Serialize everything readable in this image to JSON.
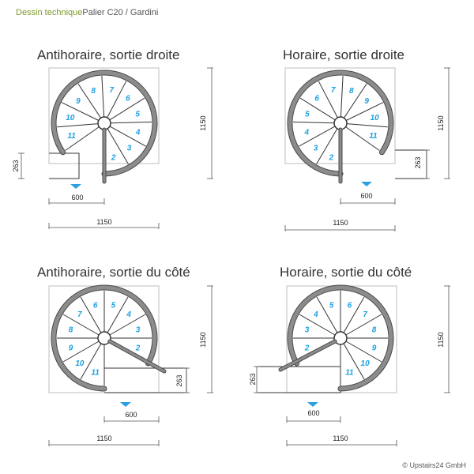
{
  "header": {
    "section": "Dessin technique",
    "product": "Palier C20 / Gardini"
  },
  "panels": [
    {
      "title": "Antihoraire, sortie droite",
      "steps": [
        "2",
        "3",
        "4",
        "5",
        "6",
        "7",
        "8",
        "9",
        "10",
        "11"
      ],
      "dims": {
        "width": "1150",
        "height": "1150",
        "landing": "600",
        "exit": "263"
      }
    },
    {
      "title": "Horaire, sortie droite",
      "steps": [
        "2",
        "3",
        "4",
        "5",
        "6",
        "7",
        "8",
        "9",
        "10",
        "11"
      ],
      "dims": {
        "width": "1150",
        "height": "1150",
        "landing": "600",
        "exit": "263"
      }
    },
    {
      "title": "Antihoraire, sortie du côté",
      "steps": [
        "2",
        "3",
        "4",
        "5",
        "6",
        "7",
        "8",
        "9",
        "10",
        "11"
      ],
      "dims": {
        "width": "1150",
        "height": "1150",
        "landing": "600",
        "exit": "263"
      }
    },
    {
      "title": "Horaire, sortie du côté",
      "steps": [
        "2",
        "3",
        "4",
        "5",
        "6",
        "7",
        "8",
        "9",
        "10",
        "11"
      ],
      "dims": {
        "width": "1150",
        "height": "1150",
        "landing": "600",
        "exit": "263"
      }
    }
  ],
  "copyright": "© Upstairs24 GmbH",
  "colors": {
    "step_number": "#1ea0e0",
    "rail": "#8c8c8c",
    "outline": "#c9c9c9",
    "arrow": "#2aa0e0"
  }
}
